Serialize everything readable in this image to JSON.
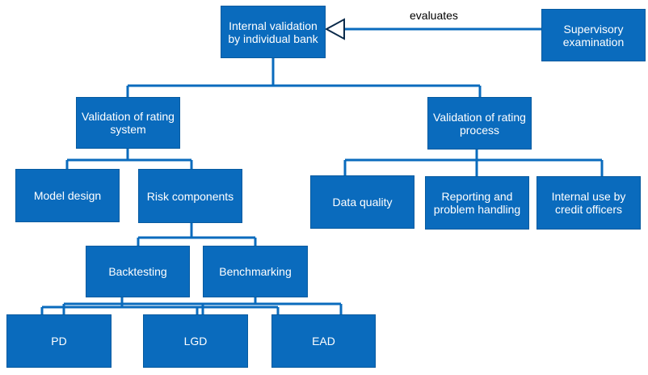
{
  "diagram": {
    "colors": {
      "box_fill": "#0a6bbd",
      "connector": "#0a6bbd",
      "arrow": "#0a6bbd",
      "text_on_box": "#ffffff",
      "label_text": "#000000"
    },
    "edge_label": "evaluates",
    "nodes": {
      "internal_validation": "Internal validation\nby individual bank",
      "supervisory_examination": "Supervisory\nexamination",
      "validation_rating_system": "Validation of rating\nsystem",
      "validation_rating_process": "Validation of rating\nprocess",
      "model_design": "Model design",
      "risk_components": "Risk components",
      "data_quality": "Data quality",
      "reporting_problem_handling": "Reporting and\nproblem handling",
      "internal_use_credit_officers": "Internal use by\ncredit officers",
      "backtesting": "Backtesting",
      "benchmarking": "Benchmarking",
      "pd": "PD",
      "lgd": "LGD",
      "ead": "EAD"
    }
  }
}
